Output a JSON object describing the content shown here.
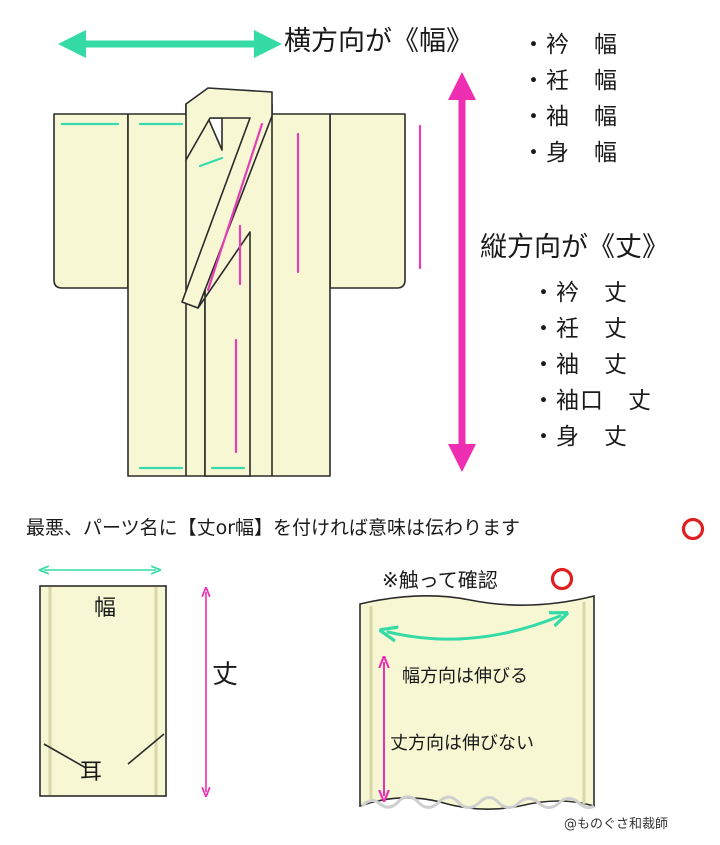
{
  "colors": {
    "fabric": "#f8f7d4",
    "outline": "#2b2b2b",
    "width_arrow": "#35dba6",
    "length_arrow": "#ee2fb3",
    "seam_green": "#37d9ad",
    "seam_pink": "#e43fb5",
    "ok_circle": "#e02020",
    "selvage": "#d9d6a8"
  },
  "icons": {
    "ok": "red-circle-icon"
  },
  "width_section": {
    "title": "横方向が《幅》",
    "items": [
      "・衿　幅",
      "・衽　幅",
      "・袖　幅",
      "・身　幅"
    ]
  },
  "length_section": {
    "title": "縦方向が《丈》",
    "items": [
      "・衿　丈",
      "・衽　丈",
      "・袖　丈",
      "・袖口　丈",
      "・身　丈"
    ]
  },
  "note": "最悪、パーツ名に【丈or幅】を付ければ意味は伝わります",
  "fabric_labels": {
    "width": "幅",
    "length": "丈",
    "selvage": "耳"
  },
  "touch_section": {
    "title": "※触って確認",
    "stretch": "幅方向は伸びる",
    "no_stretch": "丈方向は伸びない"
  },
  "credit": "@ものぐさ和裁師"
}
